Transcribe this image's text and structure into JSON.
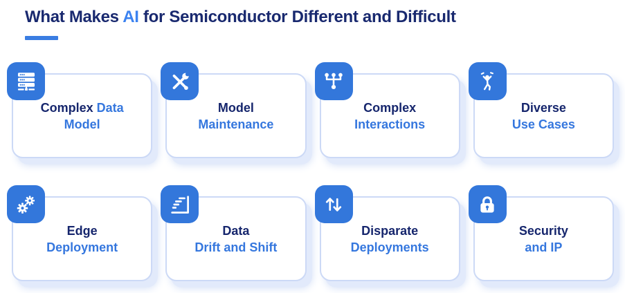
{
  "title": {
    "prefix": "What Makes ",
    "highlight": "AI",
    "suffix": " for Semiconductor Different and Difficult"
  },
  "colors": {
    "title_navy": "#19296F",
    "card_dark_text": "#16266D",
    "card_blue_text": "#3577DE",
    "highlight_blue": "#3B82F0",
    "badge_blue": "#3377DB",
    "card_border": "#CCD9F6",
    "card_shadow": "#DCE6F9",
    "underline_blue": "#3A7DE2",
    "background": "#FFFFFF"
  },
  "cards": [
    {
      "icon": "server-icon",
      "line1": {
        "dark": "Complex",
        "blue": "Data"
      },
      "line2": {
        "blue": "Model"
      }
    },
    {
      "icon": "tools-icon",
      "line1": {
        "dark": "Model"
      },
      "line2": {
        "blue": "Maintenance"
      }
    },
    {
      "icon": "network-icon",
      "line1": {
        "dark": "Complex"
      },
      "line2": {
        "blue": "Interactions"
      }
    },
    {
      "icon": "juggler-icon",
      "line1": {
        "dark": "Diverse"
      },
      "line2": {
        "blue": "Use Cases"
      }
    },
    {
      "icon": "gears-icon",
      "line1": {
        "dark": "Edge"
      },
      "line2": {
        "blue": "Deployment"
      }
    },
    {
      "icon": "drift-chart-icon",
      "line1": {
        "dark": "Data"
      },
      "line2": {
        "blue": "Drift and Shift"
      }
    },
    {
      "icon": "up-down-arrows-icon",
      "line1": {
        "dark": "Disparate"
      },
      "line2": {
        "blue": "Deployments"
      }
    },
    {
      "icon": "lock-icon",
      "line1": {
        "dark": "Security"
      },
      "line2": {
        "blue": "and IP"
      }
    }
  ]
}
